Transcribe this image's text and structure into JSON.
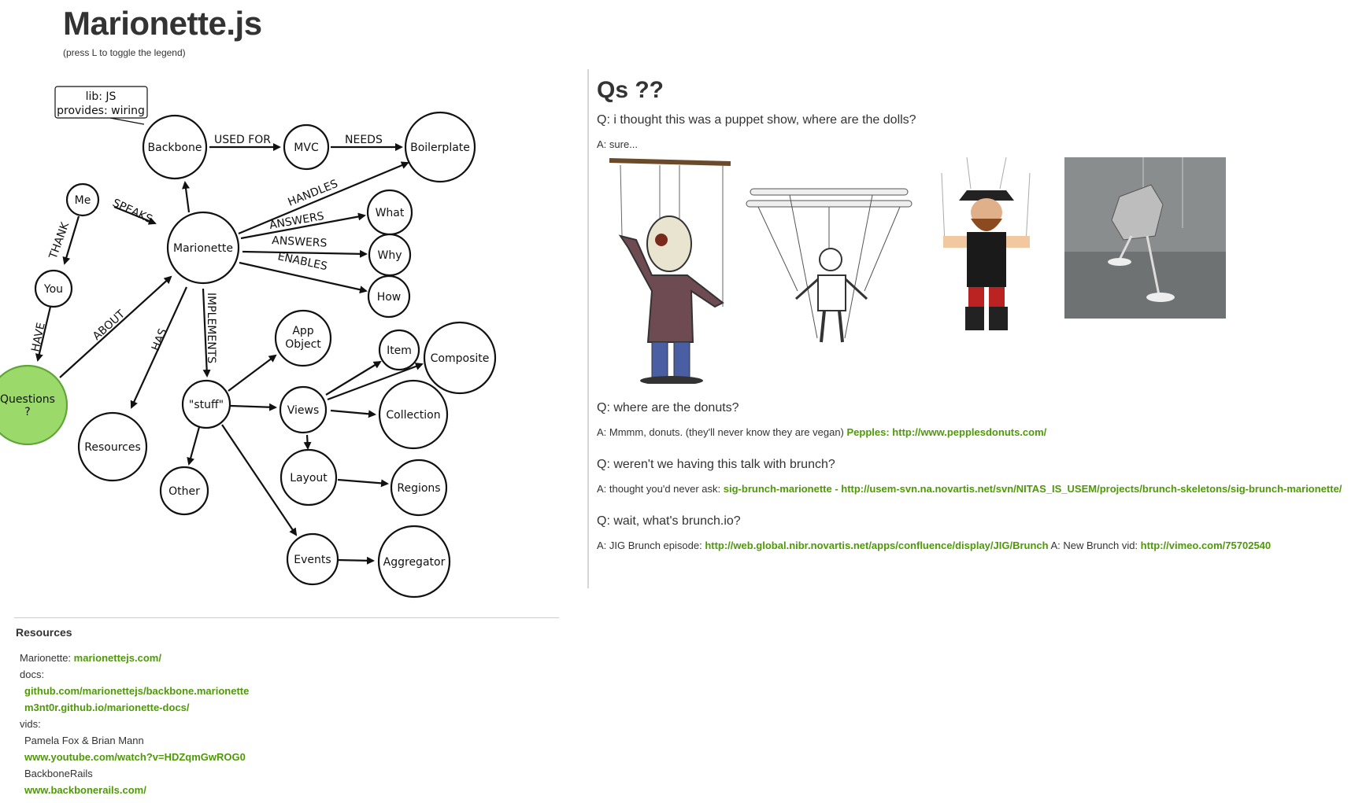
{
  "header": {
    "title": "Marionette.js",
    "legend_hint": "(press L to toggle the legend)"
  },
  "diagram": {
    "callout": [
      "lib: JS",
      "provides: wiring"
    ],
    "nodes": {
      "backbone": "Backbone",
      "mvc": "MVC",
      "boilerplate": "Boilerplate",
      "me": "Me",
      "marionette": "Marionette",
      "what": "What",
      "why": "Why",
      "how": "How",
      "you": "You",
      "questions": [
        "Questions",
        "?"
      ],
      "resources": "Resources",
      "stuff": "\"stuff\"",
      "app_object": [
        "App",
        "Object"
      ],
      "views": "Views",
      "item": "Item",
      "composite": "Composite",
      "collection": "Collection",
      "layout": "Layout",
      "regions": "Regions",
      "other": "Other",
      "events": "Events",
      "aggregator": "Aggregator"
    },
    "edges": {
      "used_for": "USED FOR",
      "needs": "NEEDS",
      "speaks": "SPEAKS",
      "thank": "THANK",
      "have": "HAVE",
      "about": "ABOUT",
      "has": "HAS",
      "handles": "HANDLES",
      "answers1": "ANSWERS",
      "answers2": "ANSWERS",
      "enables": "ENABLES",
      "implements": "IMPLEMENTS"
    },
    "colors": {
      "highlight_fill": "#9bd96b",
      "highlight_stroke": "#5fa637"
    }
  },
  "qa": {
    "heading": "Qs ??",
    "items": [
      {
        "q": "Q: i thought this was a puppet show, where are the dolls?",
        "a": "A: sure..."
      },
      {
        "q": "Q: where are the donuts?",
        "a": "A: Mmmm, donuts. (they'll never know they are vegan)",
        "link": "Pepples: http://www.pepplesdonuts.com/"
      },
      {
        "q": "Q: weren't we having this talk with brunch?",
        "a": "A: thought you'd never ask:",
        "link": "sig-brunch-marionette - http://usem-svn.na.novartis.net/svn/NITAS_IS_USEM/projects/brunch-skeletons/sig-brunch-marionette/"
      },
      {
        "q": "Q: wait, what's brunch.io?",
        "a": "A: JIG Brunch episode:",
        "link": "http://web.global.nibr.novartis.net/apps/confluence/display/JIG/Brunch",
        "a2": "A: New Brunch vid:",
        "link2": "http://vimeo.com/75702540"
      }
    ]
  },
  "resources": {
    "heading": "Resources",
    "marionette_label": "Marionette:",
    "marionette_link": "marionettejs.com/",
    "docs_label": "docs:",
    "docs_links": [
      "github.com/marionettejs/backbone.marionette",
      "m3nt0r.github.io/marionette-docs/"
    ],
    "vids_label": "vids:",
    "vid1_label": "Pamela Fox & Brian Mann",
    "vid1_link": "www.youtube.com/watch?v=HDZqmGwROG0",
    "vid2_label": "BackboneRails",
    "vid2_link": "www.backbonerails.com/"
  },
  "colors": {
    "link": "#4e9a06",
    "text": "#333333"
  }
}
